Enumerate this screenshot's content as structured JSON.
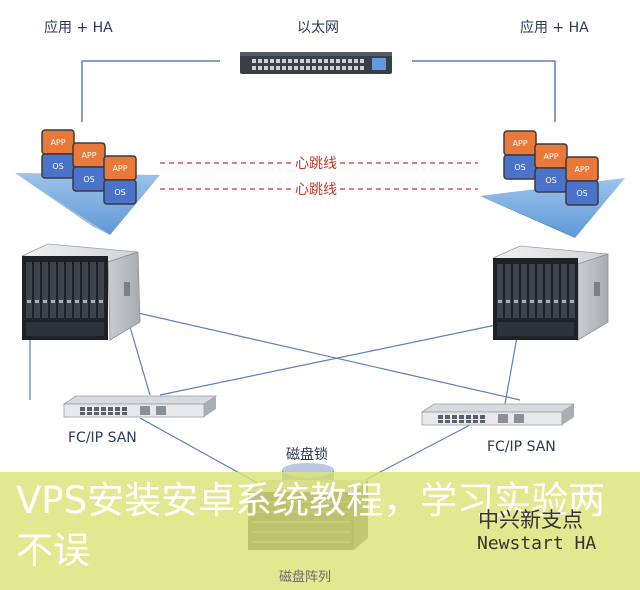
{
  "labels": {
    "app_ha_left": "应用 + HA",
    "app_ha_right": "应用 + HA",
    "ethernet": "以太网",
    "heartbeat_1": "心跳线",
    "heartbeat_2": "心跳线",
    "fc_san_left": "FC/IP SAN",
    "fc_san_right": "FC/IP SAN",
    "disk_lock": "磁盘锁",
    "disk_array": "磁盘阵列"
  },
  "stack_labels": {
    "app": "APP",
    "os": "OS"
  },
  "banner": {
    "title": "VPS安装安卓系统教程，学习实验两不误",
    "brand_cn": "中兴新支点",
    "brand_en": "Newstart HA"
  },
  "colors": {
    "app_box": "#e9793a",
    "os_box": "#4a73c9",
    "heartbeat": "#c0392b",
    "connector_line": "#5c7fb8",
    "platform": "#6fa4dc",
    "banner_overlay": "#dae478"
  }
}
